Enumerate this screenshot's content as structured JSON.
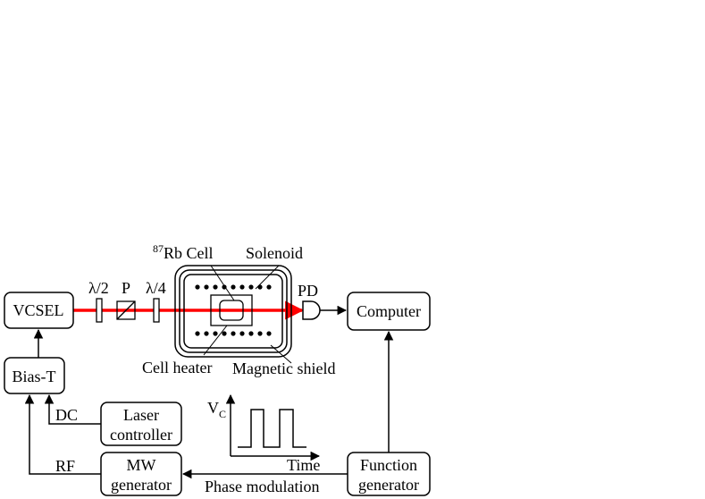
{
  "blocks": {
    "vcsel": "VCSEL",
    "bias_t": "Bias-T",
    "computer": "Computer",
    "laser_controller": [
      "Laser",
      "controller"
    ],
    "mw_generator": [
      "MW",
      "generator"
    ],
    "function_generator": [
      "Function",
      "generator"
    ]
  },
  "optics": {
    "half_wave_plate": "λ/2",
    "polarizer": "P",
    "quarter_wave_plate": "λ/4",
    "photodiode": "PD"
  },
  "physics_package": {
    "cell_label_superscript": "87",
    "cell_label": "Rb Cell",
    "solenoid": "Solenoid",
    "cell_heater": "Cell heater",
    "magnetic_shield": "Magnetic shield"
  },
  "signals": {
    "dc": "DC",
    "rf": "RF",
    "phase_modulation": "Phase modulation"
  },
  "inset_plot": {
    "ylabel": "V",
    "ylabel_subscript": "C",
    "xlabel": "Time"
  },
  "colors": {
    "laser_beam": "#ff0000",
    "lines": "#000000"
  }
}
